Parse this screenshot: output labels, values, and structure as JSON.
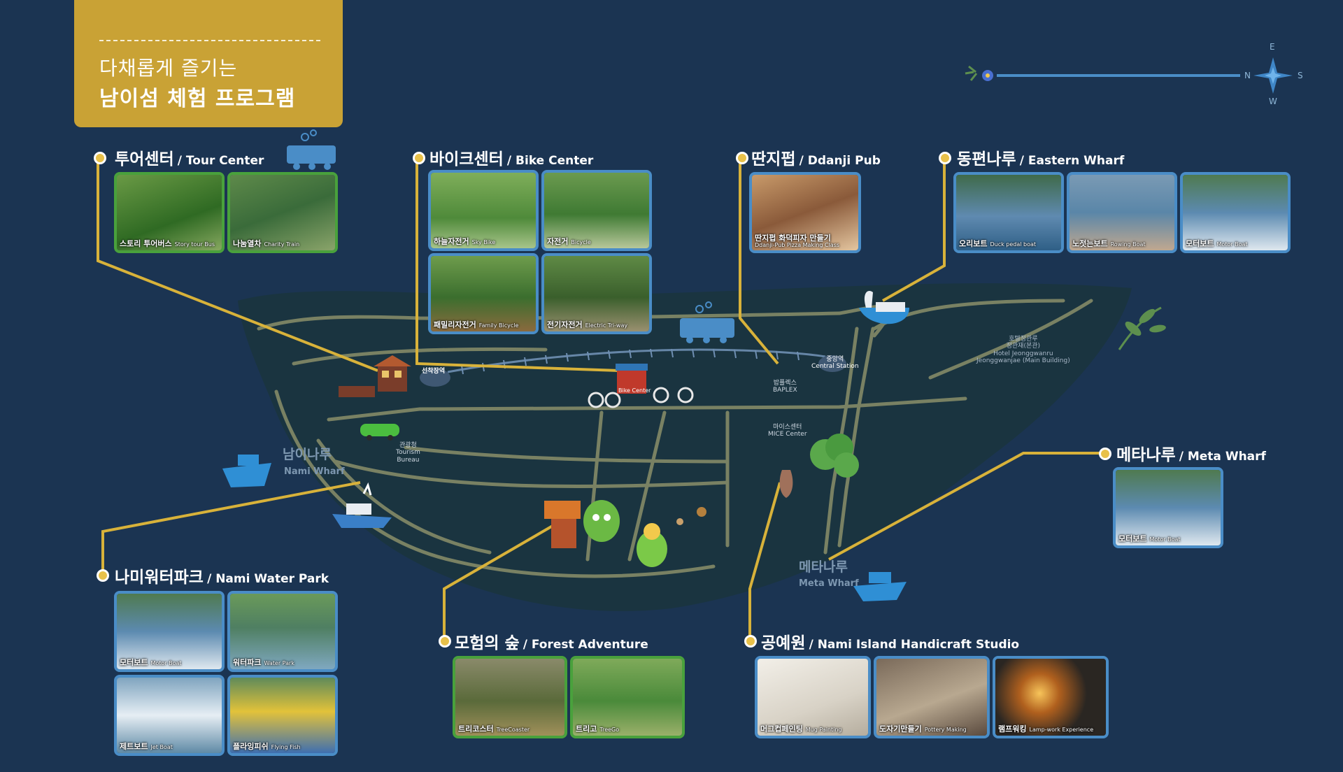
{
  "title": {
    "line1": "다채롭게 즐기는",
    "line2": "남이섬 체험 프로그램"
  },
  "compass": {
    "e": "E",
    "n": "N",
    "s": "S",
    "w": "W"
  },
  "colors": {
    "background": "#1b3452",
    "island": "#1a3440",
    "gold": "#c9a235",
    "frame_blue": "#4a8dc7",
    "frame_green": "#49a13c",
    "road": "#8a8f6a"
  },
  "sections": {
    "tour_center": {
      "ko": "투어센터",
      "en": "/ Tour Center",
      "items": [
        {
          "ko": "스토리 투어버스",
          "en": "Story tour Bus"
        },
        {
          "ko": "나눔열차",
          "en": "Charity Train"
        }
      ]
    },
    "bike_center": {
      "ko": "바이크센터",
      "en": "/ Bike Center",
      "items": [
        {
          "ko": "하늘자전거",
          "en": "Sky Bike"
        },
        {
          "ko": "자전거",
          "en": "Bicycle"
        },
        {
          "ko": "패밀리자전거",
          "en": "Family Bicycle"
        },
        {
          "ko": "전기자전거",
          "en": "Electric Tri-way"
        }
      ]
    },
    "ddanji_pub": {
      "ko": "딴지펍",
      "en": "/ Ddanji Pub",
      "items": [
        {
          "ko": "딴지펍 화덕피자 만들기",
          "en": "Ddanji-Pub Pizza Making Class"
        }
      ]
    },
    "eastern_wharf": {
      "ko": "동편나루",
      "en": "/ Eastern Wharf",
      "items": [
        {
          "ko": "오리보트",
          "en": "Duck pedal boat"
        },
        {
          "ko": "노젓는보트",
          "en": "Rowing Boat"
        },
        {
          "ko": "모터보트",
          "en": "Motor Boat"
        }
      ]
    },
    "meta_wharf": {
      "ko": "메타나루",
      "en": "/ Meta Wharf",
      "items": [
        {
          "ko": "모터보트",
          "en": "Motor Boat"
        }
      ]
    },
    "water_park": {
      "ko": "나미워터파크",
      "en": "/ Nami Water Park",
      "items": [
        {
          "ko": "모터보트",
          "en": "Motor Boat"
        },
        {
          "ko": "워터파크",
          "en": "Water Park"
        },
        {
          "ko": "제트보트",
          "en": "Jet Boat"
        },
        {
          "ko": "플라잉피쉬",
          "en": "Flying Fish"
        }
      ]
    },
    "forest_adventure": {
      "ko": "모험의 숲",
      "en": "/ Forest Adventure",
      "items": [
        {
          "ko": "트리코스터",
          "en": "TreeCoaster"
        },
        {
          "ko": "트리고",
          "en": "TreeGo"
        }
      ]
    },
    "handicraft": {
      "ko": "공예원",
      "en": "/ Nami Island Handicraft Studio",
      "items": [
        {
          "ko": "머그컵페인팅",
          "en": "Mug Painting"
        },
        {
          "ko": "도자기만들기",
          "en": "Pottery Making"
        },
        {
          "ko": "램프워킹",
          "en": "Lamp-work Experience"
        }
      ]
    }
  },
  "map_labels": {
    "ferry_station": "선착장역",
    "tourism_bureau": {
      "ko": "관광청",
      "en1": "Tourism",
      "en2": "Bureau"
    },
    "bike_center_sign": "Bike Center",
    "baplex": {
      "ko": "밥플렉스",
      "en": "BAPLEX"
    },
    "central_station": {
      "ko": "중앙역",
      "en": "Central Station"
    },
    "mice_center": {
      "ko": "마이스센터",
      "en": "MICE Center"
    },
    "hotel": {
      "ko1": "호텔정관루",
      "ko2": "정관재(본관)",
      "en1": "Hotel Jeonggwanru",
      "en2": "Jeonggwanjae (Main Building)"
    },
    "nami_wharf": {
      "ko": "남이나루",
      "en": "Nami Wharf"
    },
    "meta_wharf": {
      "ko": "메타나루",
      "en": "Meta Wharf"
    }
  }
}
